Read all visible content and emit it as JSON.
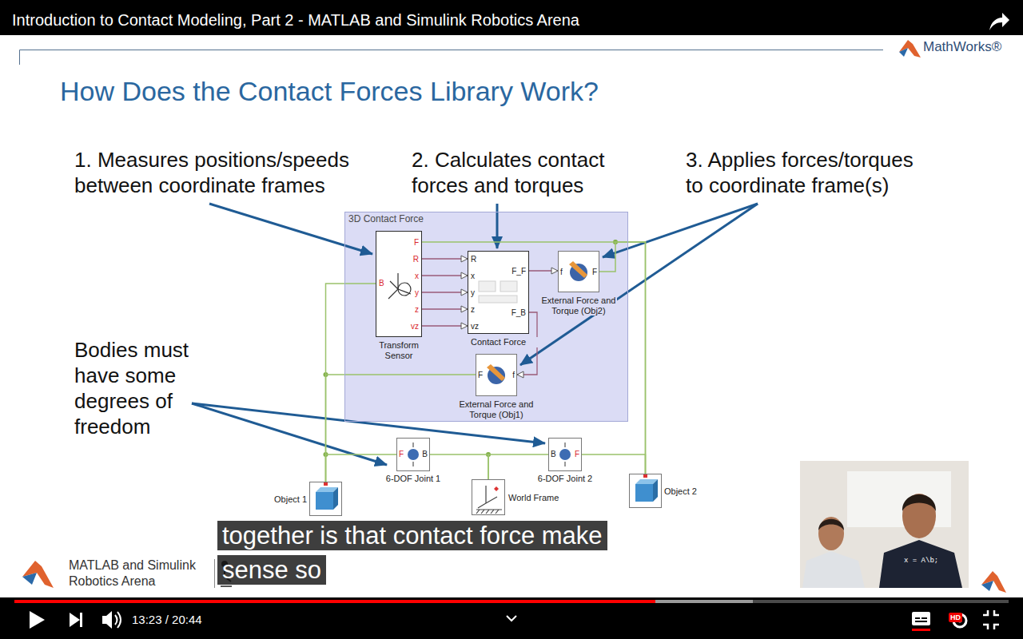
{
  "diagram": {
    "title": "How Does the Contact Forces Library Work?",
    "nodes": [
      {
        "text": [
          "3D Contact Force"
        ]
      },
      {
        "text": [
          "B",
          "F",
          "R",
          "x",
          "y",
          "z",
          "vz",
          "Transform Sensor"
        ],
        "in": 0
      },
      {
        "text": [
          "R",
          "x",
          "y",
          "z",
          "vz",
          "F_F",
          "F_B",
          "Contact Force"
        ],
        "in": 0
      },
      {
        "text": [
          "f",
          "F",
          "External Force and Torque (Obj2)"
        ],
        "in": 0
      },
      {
        "text": [
          "F",
          "f",
          "External Force and Torque (Obj1)"
        ],
        "in": 0
      },
      {
        "text": [
          "F",
          "B",
          "6-DOF Joint 1"
        ]
      },
      {
        "text": [
          "World Frame"
        ]
      },
      {
        "text": [
          "B",
          "F",
          "6-DOF Joint 2"
        ]
      },
      {
        "text": [
          "Object 1"
        ]
      },
      {
        "text": [
          "Object 2"
        ]
      }
    ],
    "edges": [
      {
        "from": 1,
        "to": 2,
        "arrow": "to"
      },
      {
        "from": 1,
        "to": 2,
        "arrow": "to"
      },
      {
        "from": 1,
        "to": 2,
        "arrow": "to"
      },
      {
        "from": 1,
        "to": 2,
        "arrow": "to"
      },
      {
        "from": 1,
        "to": 2,
        "arrow": "to"
      },
      {
        "from": 2,
        "to": 3,
        "arrow": "to"
      },
      {
        "from": 2,
        "to": 4,
        "arrow": "to"
      },
      {
        "from": 1,
        "to": 9,
        "arrow": "none"
      },
      {
        "from": 3,
        "to": 9,
        "arrow": "none"
      },
      {
        "from": 1,
        "to": 8,
        "arrow": "none"
      },
      {
        "from": 4,
        "to": 8,
        "arrow": "none"
      },
      {
        "from": 8,
        "to": 5,
        "arrow": "none"
      },
      {
        "from": 5,
        "to": 6,
        "arrow": "none"
      },
      {
        "from": 6,
        "to": 7,
        "arrow": "none"
      },
      {
        "from": 7,
        "to": 9,
        "arrow": "none"
      }
    ],
    "labels": [
      "Introduction to Contact Modeling, Part 2 - MATLAB and Simulink Robotics Arena",
      "MathWorks®",
      "1. Measures positions/speeds between coordinate frames",
      "2. Calculates contact forces and torques",
      "3. Applies forces/torques to coordinate frame(s)",
      "Bodies must have some degrees of freedom",
      "together is that contact force make sense so",
      "MATLAB and Simulink Robotics Arena",
      "x = A\\b;",
      "13:23 / 20:44",
      "HD"
    ]
  }
}
